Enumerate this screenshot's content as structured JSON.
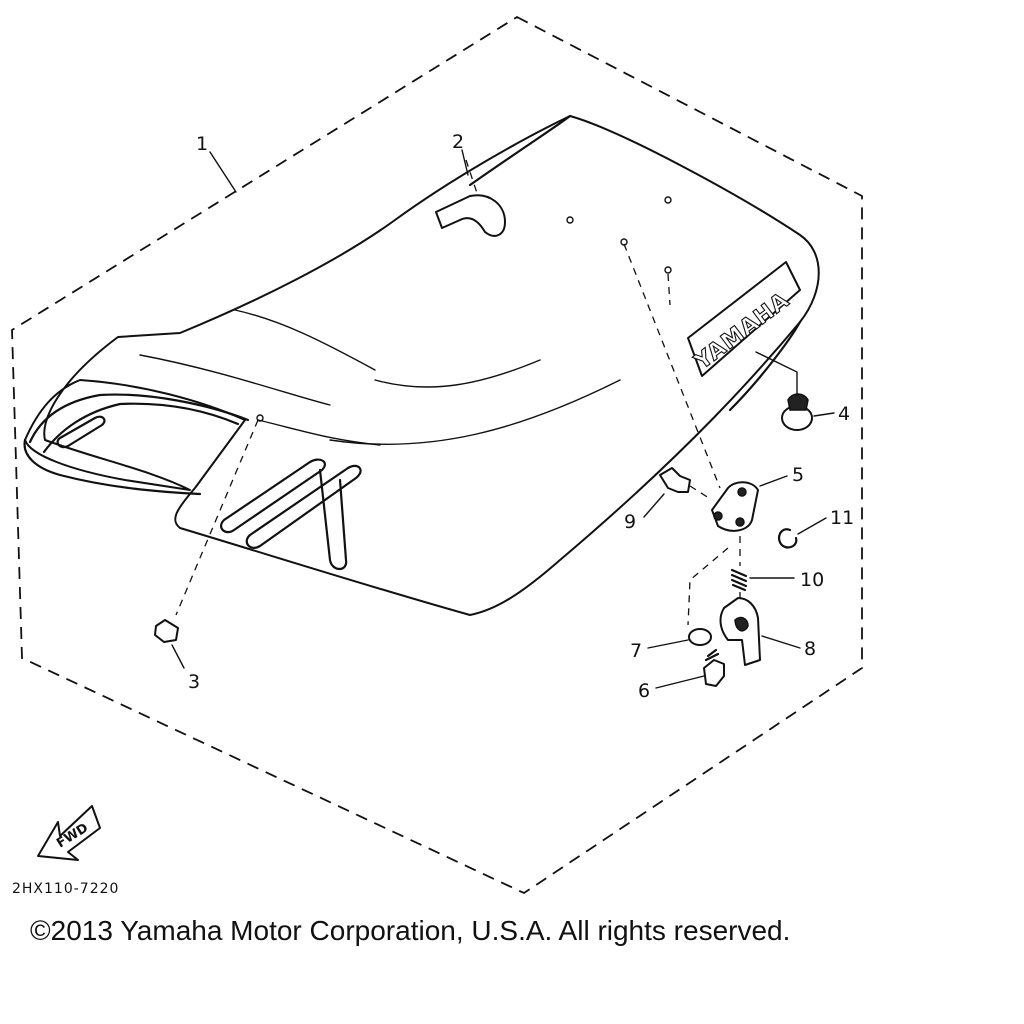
{
  "callouts": {
    "n1": "1",
    "n2": "2",
    "n3": "3",
    "n4": "4",
    "n5": "5",
    "n6": "6",
    "n7": "7",
    "n8": "8",
    "n9": "9",
    "n10": "10",
    "n11": "11"
  },
  "seat_logo": "YAMAHA",
  "fwd_label": "FWD",
  "diagram_code": "2HX110-7220",
  "copyright": "©2013 Yamaha Motor Corporation, U.S.A. All rights reserved."
}
